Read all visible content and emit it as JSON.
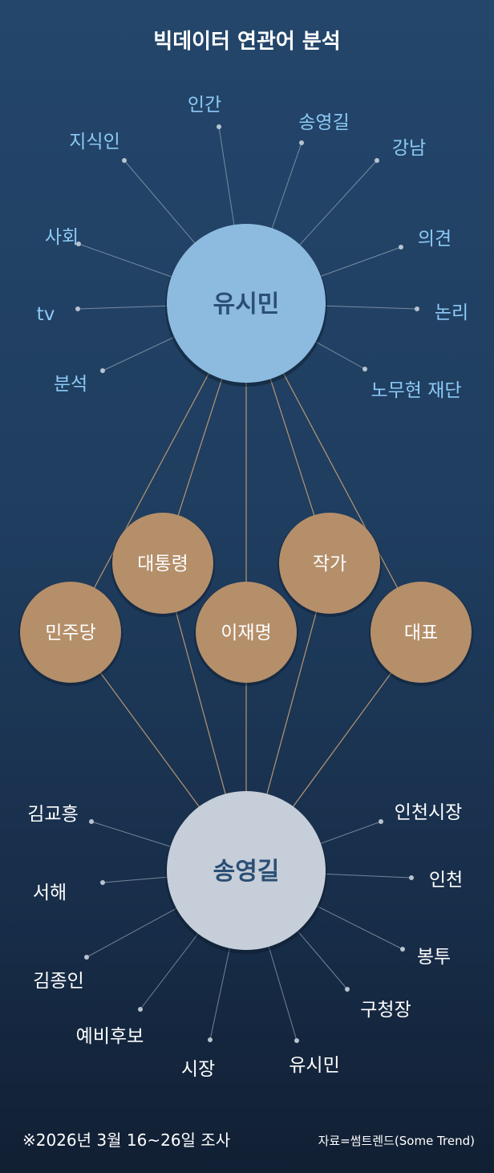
{
  "title": "빅데이터 연관어 분석",
  "hubs": {
    "top": "유시민",
    "bottom": "송영길"
  },
  "shared": [
    "민주당",
    "대통령",
    "이재명",
    "작가",
    "대표"
  ],
  "top_keywords": [
    "지식인",
    "인간",
    "송영길",
    "강남",
    "사회",
    "의견",
    "tv",
    "논리",
    "분석",
    "노무현 재단"
  ],
  "bottom_keywords": [
    "김교흥",
    "인천시장",
    "서해",
    "인천",
    "김종인",
    "봉투",
    "예비후보",
    "구청장",
    "시장",
    "유시민"
  ],
  "footer": {
    "note": "※2026년 3월 16~26일 조사",
    "source": "자료=썸트렌드(Some Trend)"
  },
  "colors": {
    "top_hub": "#8dbbdf",
    "bottom_hub": "#c6ced9",
    "shared": "#b58f6a",
    "top_label": "#8ccaf5",
    "bottom_label": "#ffffff"
  }
}
